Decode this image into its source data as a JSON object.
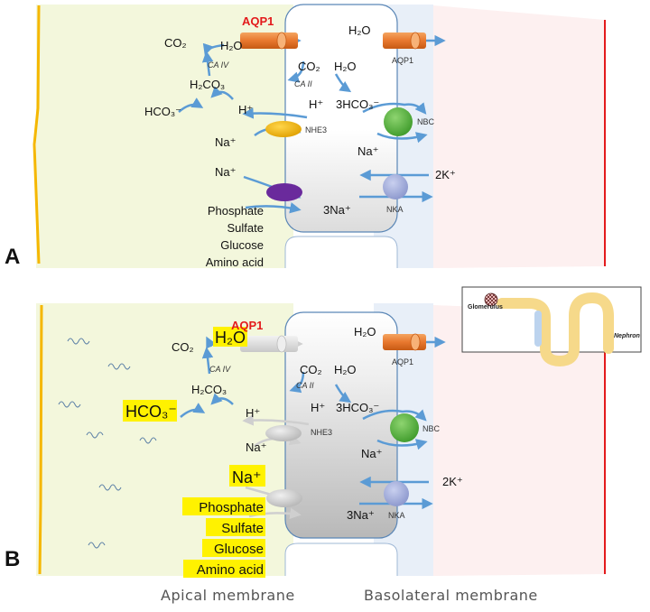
{
  "panel_a": {
    "letter": "A",
    "aqp1_title": "AQP1",
    "h2o_apical": "H₂O",
    "co2_lumen": "CO₂",
    "ca_iv": "CA IV",
    "h2co3": "H₂CO₃",
    "hco3_lumen": "HCO₃⁻",
    "h_plus_lumen": "H⁺",
    "na_plus_lumen_1": "Na⁺",
    "na_plus_lumen_2": "Na⁺",
    "substrates": [
      "Phosphate",
      "Sulfate",
      "Glucose",
      "Amino acid"
    ],
    "co2_cell": "CO₂",
    "h2o_cell": "H₂O",
    "ca_ii": "CA II",
    "h_plus_cell": "H⁺",
    "hco3_3": "3HCO₃⁻",
    "na_plus_cell": "Na⁺",
    "nhe3": "NHE3",
    "h2o_baso": "H₂O",
    "aqp1_baso": "AQP1",
    "nbc": "NBC",
    "two_k": "2K⁺",
    "three_na": "3Na⁺",
    "nka": "NKA"
  },
  "panel_b": {
    "letter": "B",
    "aqp1_title": "AQP1",
    "h2o_apical": "H₂O",
    "co2_lumen": "CO₂",
    "ca_iv": "CA IV",
    "h2co3": "H₂CO₃",
    "hco3_lumen": "HCO₃⁻",
    "h_plus_lumen": "H⁺",
    "na_plus_lumen_1": "Na⁺",
    "na_plus_lumen_2": "Na⁺",
    "substrates": [
      "Phosphate",
      "Sulfate",
      "Glucose",
      "Amino acid"
    ],
    "co2_cell": "CO₂",
    "h2o_cell": "H₂O",
    "ca_ii": "CA II",
    "h_plus_cell": "H⁺",
    "hco3_3": "3HCO₃⁻",
    "na_plus_cell": "Na⁺",
    "nhe3": "NHE3",
    "h2o_baso": "H₂O",
    "aqp1_baso": "AQP1",
    "nbc": "NBC",
    "two_k": "2K⁺",
    "three_na": "3Na⁺",
    "nka": "NKA",
    "inset_glomerulus": "Glomerulus",
    "inset_nephron": "Nephron"
  },
  "footer": {
    "apical": "Apical membrane",
    "basolateral": "Basolateral membrane"
  },
  "colors": {
    "lumen": "#f3f7dc",
    "interstitium": "#fdf0f0",
    "baso_band": "#e8eff8",
    "arrow": "#5b9bd5",
    "aqp1": "#e8782e",
    "nhe3": "#f2b705",
    "purple_channel": "#6a2a9c",
    "nbc": "#4caf3a",
    "nka": "#9aa6d6",
    "highlight": "#fff200",
    "red": "#e31a1c",
    "yellow_line": "#f5b700"
  }
}
